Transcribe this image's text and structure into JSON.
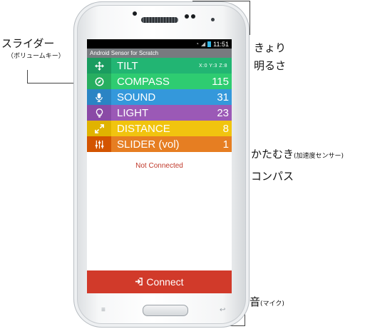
{
  "callouts": {
    "slider_main": "スライダー",
    "slider_sub": "（ボリュームキー）",
    "light_main1": "きょり",
    "light_main2": "明るさ",
    "tilt_main": "かたむき",
    "tilt_sub": "(加速度センサー)",
    "compass_main": "コンパス",
    "sound_main": "音",
    "sound_sub": "(マイク)"
  },
  "statusbar": {
    "time": "11:51"
  },
  "app": {
    "title": "Android Sensor for Scratch"
  },
  "sensors": [
    {
      "label": "TILT",
      "xyz": "X:0  Y:3  Z:8",
      "icon": "move-arrows-icon",
      "color": "#22b573",
      "iconColor": "#1a9c60"
    },
    {
      "label": "COMPASS",
      "value": "115",
      "icon": "compass-icon",
      "color": "#2ecc71",
      "iconColor": "#27ae60"
    },
    {
      "label": "SOUND",
      "value": "31",
      "icon": "microphone-icon",
      "color": "#3498db",
      "iconColor": "#2a84c4"
    },
    {
      "label": "LIGHT",
      "value": "23",
      "icon": "lightbulb-icon",
      "color": "#9b59b6",
      "iconColor": "#8a4aa6"
    },
    {
      "label": "DISTANCE",
      "value": "8",
      "icon": "expand-arrows-icon",
      "color": "#f1c40f",
      "iconColor": "#e0b300"
    },
    {
      "label": "SLIDER (vol)",
      "value": "1",
      "icon": "sliders-icon",
      "color": "#e67e22",
      "iconColor": "#d35400"
    }
  ],
  "connection": {
    "status": "Not Connected",
    "button_label": "Connect"
  },
  "softkeys": {
    "back": "↩",
    "menu": "≡"
  }
}
